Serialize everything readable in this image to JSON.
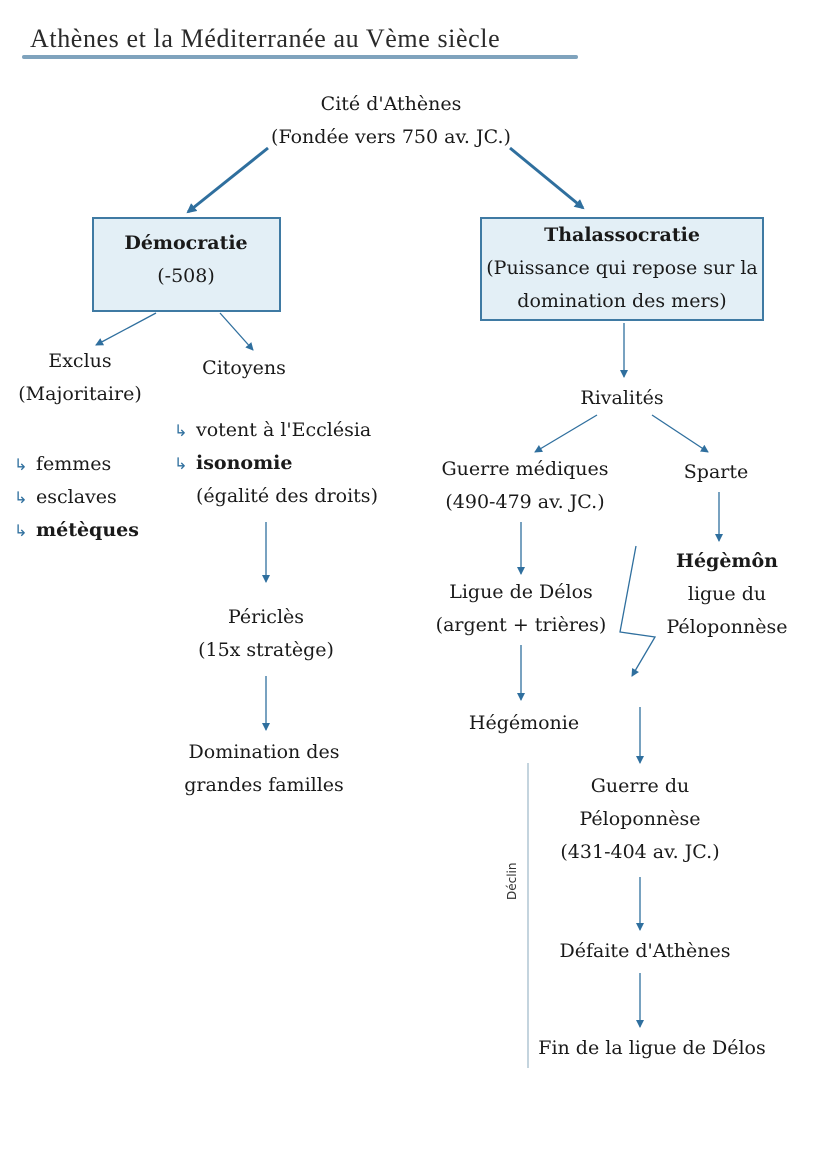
{
  "title": "Athènes et la Méditerranée au Vème siècle",
  "root": {
    "line1": "Cité d'Athènes",
    "line2": "(Fondée vers 750 av. JC.)"
  },
  "democratie": {
    "title": "Démocratie",
    "date": "(-508)",
    "exclus": {
      "line1": "Exclus",
      "line2": "(Majoritaire)",
      "items": [
        "femmes",
        "esclaves",
        "métèques"
      ]
    },
    "citoyens": {
      "label": "Citoyens",
      "items": [
        "votent à l'Ecclésia",
        "isonomie"
      ],
      "note": "(égalité des droits)"
    },
    "pericles": {
      "line1": "Périclès",
      "line2": "(15x stratège)"
    },
    "domination": {
      "line1": "Domination des",
      "line2": "grandes familles"
    }
  },
  "thalassocratie": {
    "title": "Thalassocratie",
    "line2": "(Puissance qui repose sur la",
    "line3": "domination des mers)",
    "rivalites": "Rivalités",
    "guerre_mediques": {
      "line1": "Guerre médiques",
      "line2": "(490-479 av. JC.)"
    },
    "sparte": "Sparte",
    "hegemon": {
      "line1": "Hégèmôn",
      "line2": "ligue du",
      "line3": "Péloponnèse"
    },
    "ligue_delos": {
      "line1": "Ligue de Délos",
      "line2": "(argent + trières)"
    },
    "hegemonie": "Hégémonie",
    "guerre_peloponnese": {
      "line1": "Guerre du",
      "line2": "Péloponnèse",
      "line3": "(431-404 av. JC.)"
    },
    "defaite": "Défaite d'Athènes",
    "fin": "Fin de la ligue de Délos",
    "declin": "Déclin"
  },
  "colors": {
    "arrow": "#2f6f9e",
    "box_fill": "#e3eff6",
    "box_border": "#3f7aa3",
    "underline": "#7fa3bd"
  }
}
